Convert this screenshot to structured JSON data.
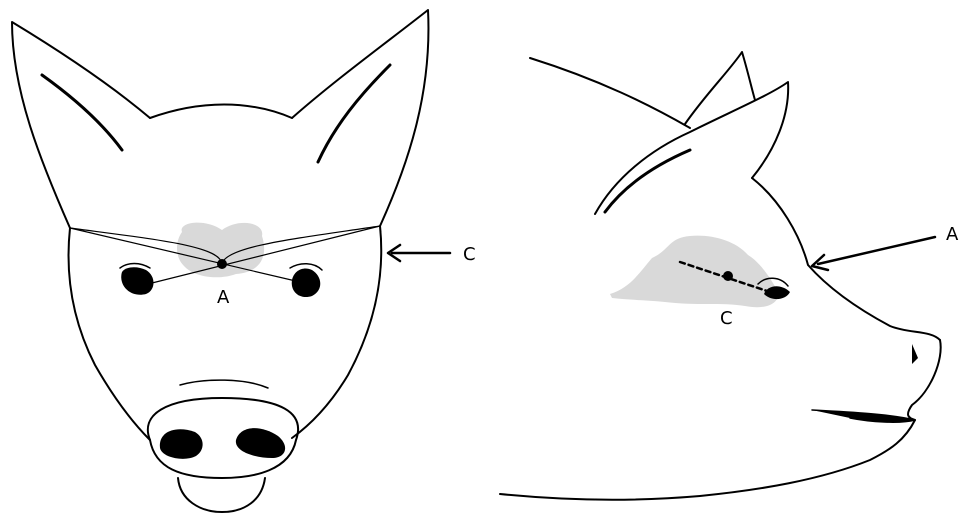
{
  "colors": {
    "line": "#000000",
    "brain_region": "#d9d9d9",
    "background": "#ffffff"
  },
  "front_view": {
    "label_a": "A",
    "label_c": "C"
  },
  "side_view": {
    "label_a": "A",
    "label_c": "C"
  }
}
